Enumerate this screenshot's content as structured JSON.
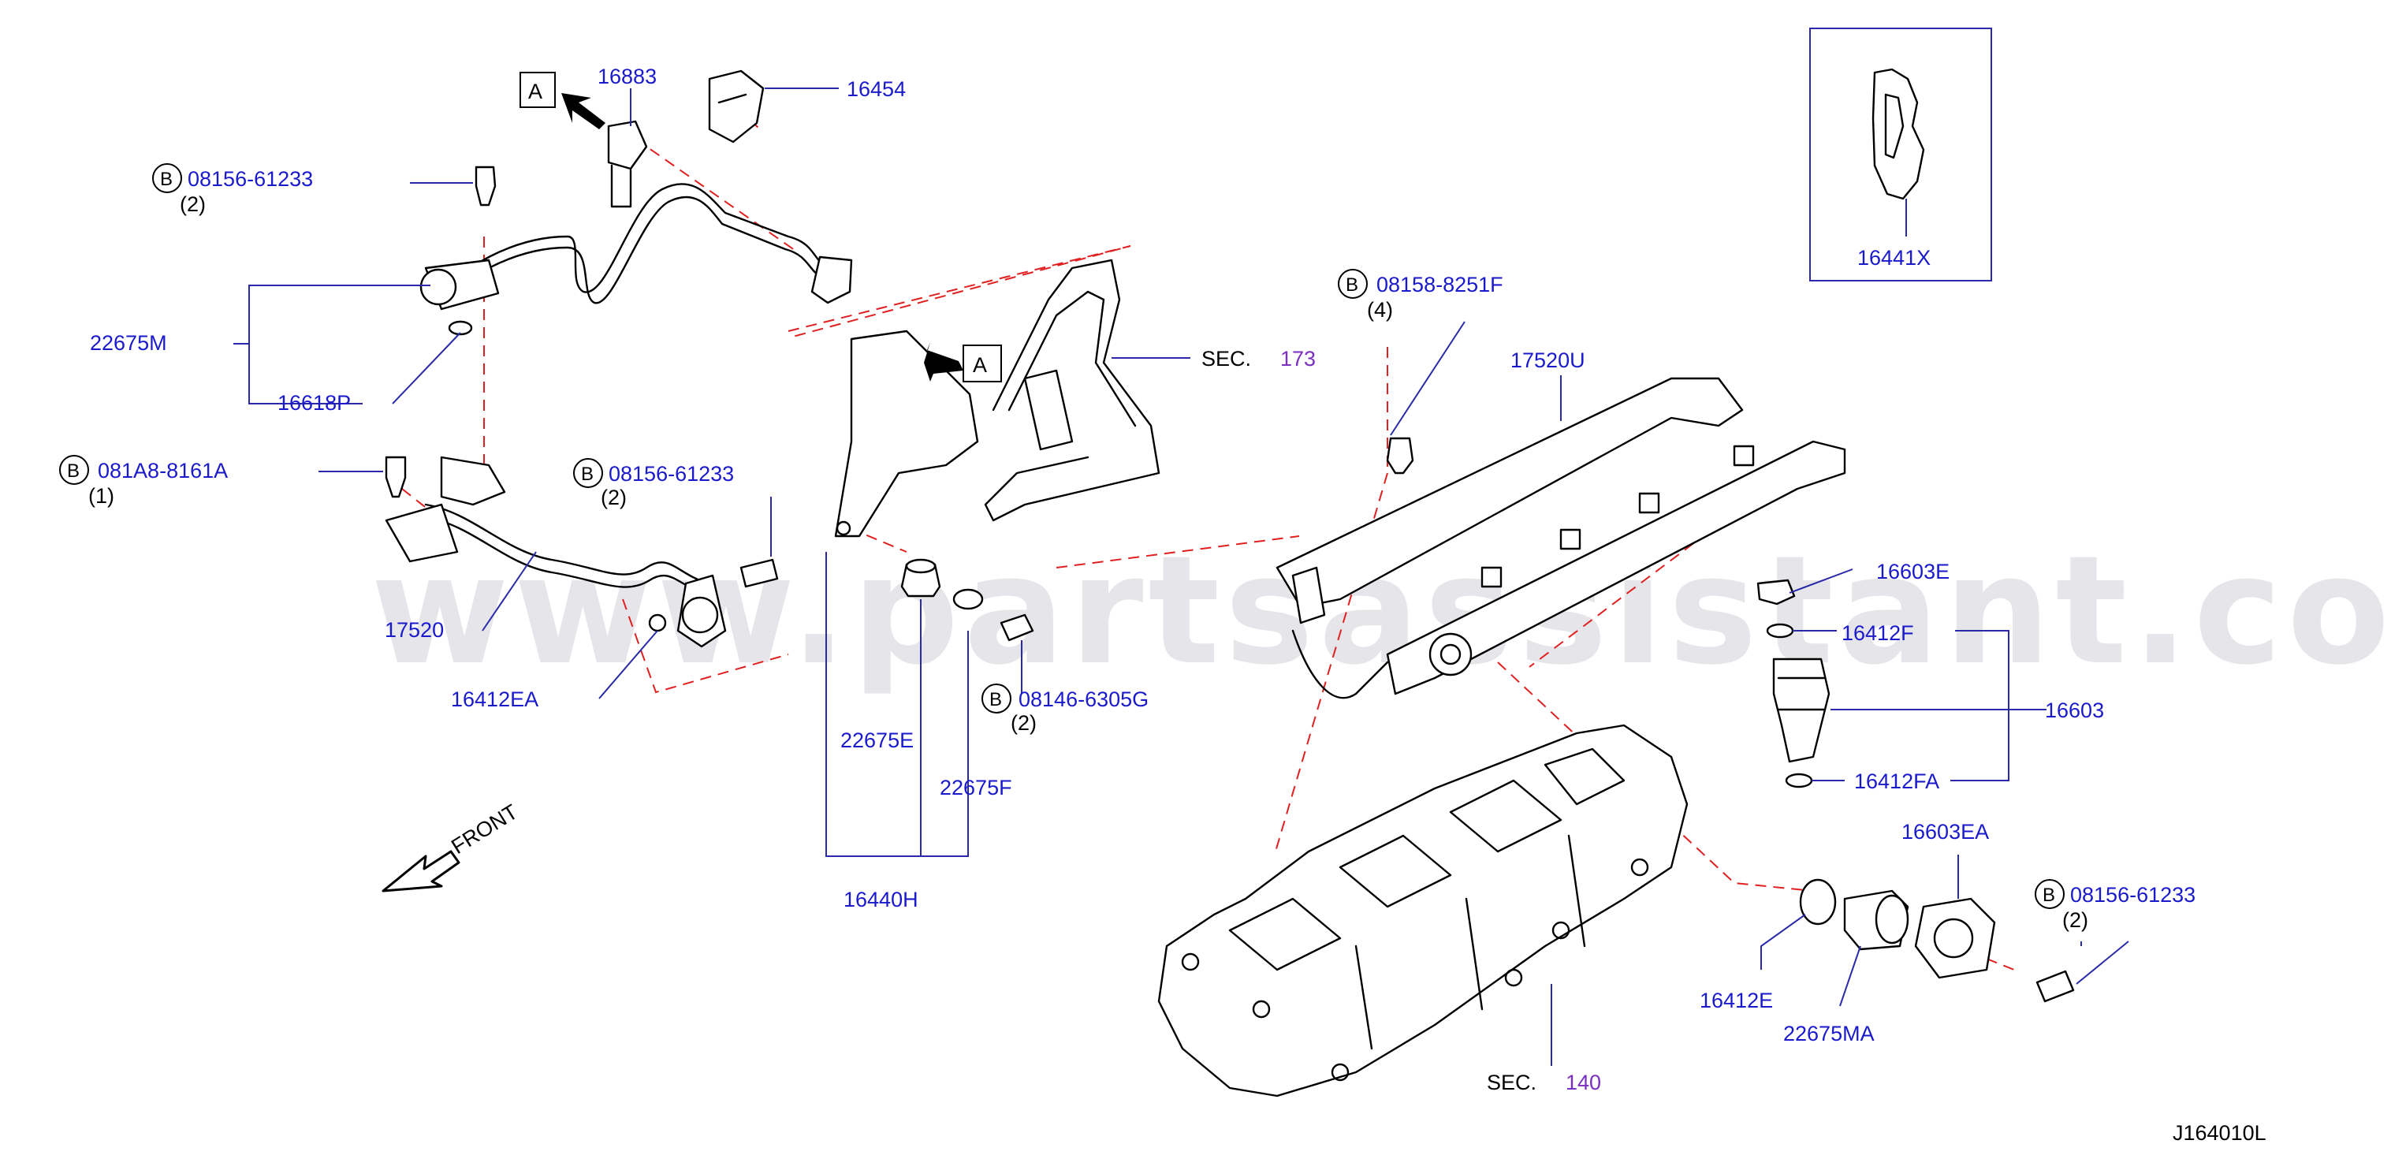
{
  "watermark": "www.partsassistant.com",
  "diagram_code": "J164010L",
  "front_label": "FRONT",
  "view_marker": "A",
  "bolt_badge": "B",
  "parts": {
    "p16883": "16883",
    "p16454": "16454",
    "p16441x": "16441X",
    "b08156_61233_top": "08156-61233",
    "q_top": "(2)",
    "p22675m": "22675M",
    "p16618p": "16618P",
    "b081a8": "081A8-8161A",
    "q081a8": "(1)",
    "b08156_61233_mid": "08156-61233",
    "q_mid": "(2)",
    "p17520": "17520",
    "p16412ea": "16412EA",
    "sec173_prefix": "SEC.",
    "sec173_num": "173",
    "b08158": "08158-8251F",
    "q08158": "(4)",
    "p17520u": "17520U",
    "b08146": "08146-6305G",
    "q08146": "(2)",
    "p22675e": "22675E",
    "p22675f": "22675F",
    "p16440h": "16440H",
    "p16603e": "16603E",
    "p16412f": "16412F",
    "p16603": "16603",
    "p16412fa": "16412FA",
    "p16603ea": "16603EA",
    "b08156_61233_right": "08156-61233",
    "q_right": "(2)",
    "p16412e": "16412E",
    "p22675ma": "22675MA",
    "sec140_prefix": "SEC.",
    "sec140_num": "140"
  },
  "colors": {
    "label": "#1a1acc",
    "leader": "#2a2aa8",
    "dashed_ref": "#e02020",
    "section_number": "#7a2fc0"
  }
}
